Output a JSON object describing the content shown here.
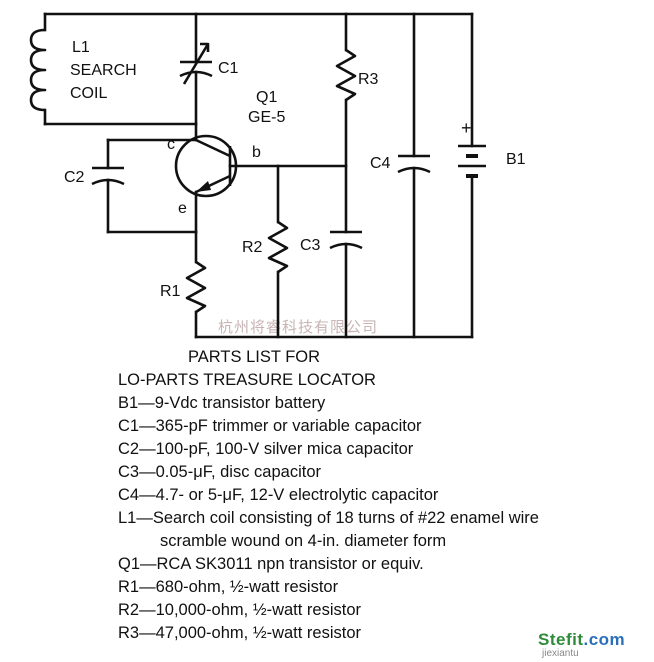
{
  "diagram": {
    "labels": {
      "l1": "L1",
      "search": "SEARCH",
      "coil": "COIL",
      "c1": "C1",
      "q1": "Q1",
      "q1_type": "GE-5",
      "r3": "R3",
      "c2": "C2",
      "c4": "C4",
      "b1": "B1",
      "batt_plus": "+",
      "pin_c": "c",
      "pin_b": "b",
      "pin_e": "e",
      "r2": "R2",
      "c3": "C3",
      "r1": "R1"
    },
    "watermark": "杭州将睿科技有限公司"
  },
  "parts_list": {
    "title_line1": "PARTS LIST FOR",
    "title_line2": "LO-PARTS TREASURE LOCATOR",
    "items": [
      {
        "ref": "B1—",
        "desc": "9-Vdc transistor battery"
      },
      {
        "ref": "C1—",
        "desc": "365-pF trimmer or variable capacitor"
      },
      {
        "ref": "C2—",
        "desc": "100-pF, 100-V silver mica capacitor"
      },
      {
        "ref": "C3—",
        "desc": "0.05-μF, disc capacitor"
      },
      {
        "ref": "C4—",
        "desc": "4.7- or 5-μF, 12-V electrolytic capacitor"
      },
      {
        "ref": "L1—",
        "desc": "Search coil consisting of 18 turns of #22 enamel wire"
      },
      {
        "ref": "",
        "desc": "scramble wound on 4-in. diameter form"
      },
      {
        "ref": "Q1—",
        "desc": "RCA SK3011 npn transistor or equiv."
      },
      {
        "ref": "R1—",
        "desc": "680-ohm, ½-watt resistor"
      },
      {
        "ref": "R2—",
        "desc": "10,000-ohm, ½-watt resistor"
      },
      {
        "ref": "R3—",
        "desc": "47,000-ohm, ½-watt resistor"
      }
    ]
  },
  "logo": {
    "main_a": "Stefit",
    "main_b": ".com",
    "sub": "jiexiantu"
  }
}
